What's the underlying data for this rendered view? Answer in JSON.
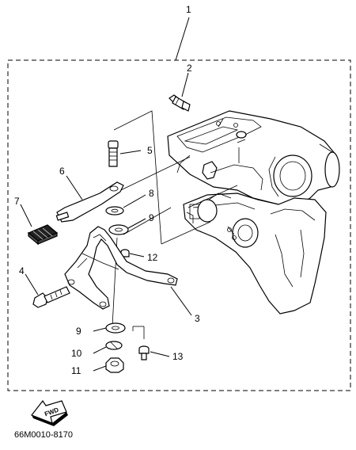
{
  "callouts": [
    {
      "id": "1",
      "label": "1"
    },
    {
      "id": "2",
      "label": "2"
    },
    {
      "id": "5",
      "label": "5"
    },
    {
      "id": "6",
      "label": "6"
    },
    {
      "id": "8",
      "label": "8"
    },
    {
      "id": "9a",
      "label": "9"
    },
    {
      "id": "7",
      "label": "7"
    },
    {
      "id": "12",
      "label": "12"
    },
    {
      "id": "4",
      "label": "4"
    },
    {
      "id": "3",
      "label": "3"
    },
    {
      "id": "9b",
      "label": "9"
    },
    {
      "id": "10",
      "label": "10"
    },
    {
      "id": "13",
      "label": "13"
    },
    {
      "id": "11",
      "label": "11"
    }
  ],
  "fwd_label": "FWD",
  "drawing_code": "66M0010-8170"
}
